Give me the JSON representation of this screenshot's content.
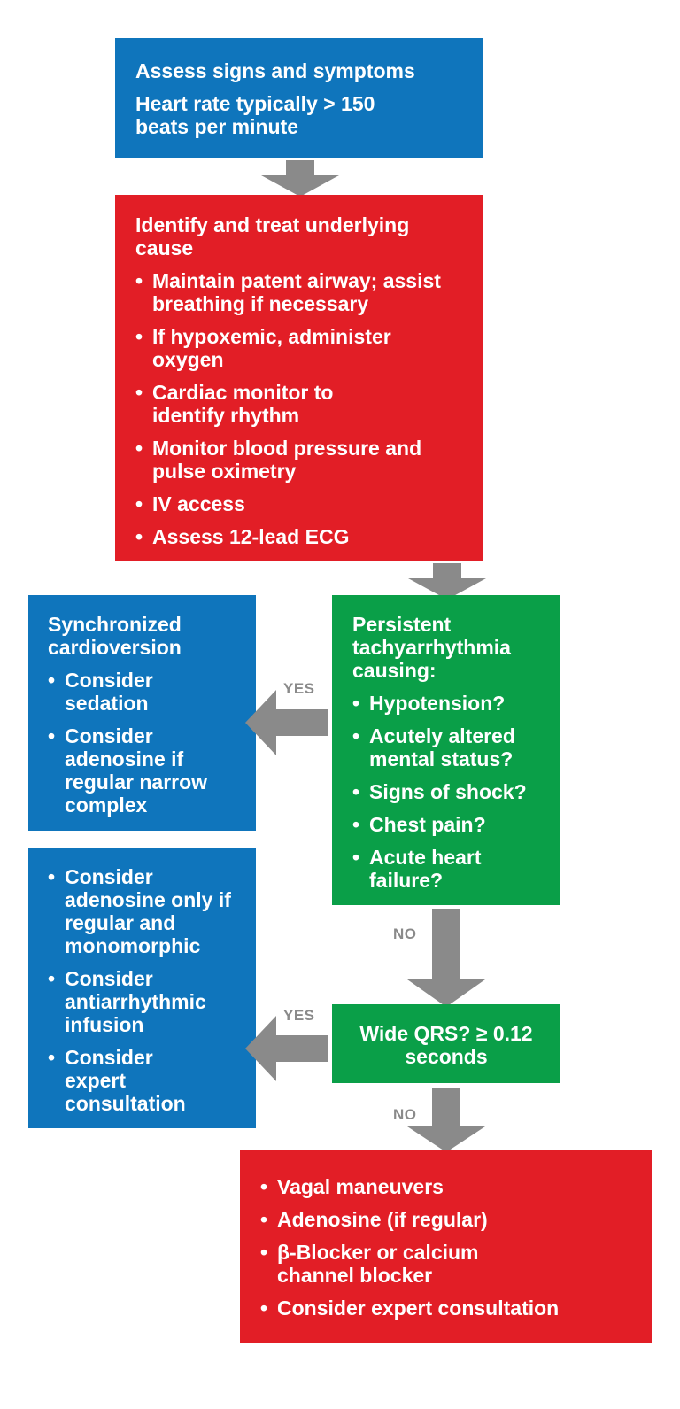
{
  "box_assess": {
    "line1": "Assess signs and symptoms",
    "line2": "Heart rate typically > 150 beats per minute"
  },
  "box_identify": {
    "title": "Identify and treat underlying cause",
    "items": [
      "Maintain patent airway; assist breathing if necessary",
      "If hypoxemic, administer oxygen",
      "Cardiac monitor to identify rhythm",
      "Monitor blood pressure and pulse oximetry",
      "IV access",
      "Assess 12-lead ECG"
    ]
  },
  "box_persistent": {
    "title": "Persistent tachyarrhythmia causing:",
    "items": [
      "Hypotension?",
      "Acutely altered mental status?",
      "Signs of shock?",
      "Chest pain?",
      "Acute heart failure?"
    ]
  },
  "box_cardioversion": {
    "title": "Synchronized cardioversion",
    "items": [
      "Consider sedation",
      "Consider adenosine if regular narrow complex"
    ]
  },
  "box_wide_qrs": {
    "text": "Wide QRS? ≥ 0.12 seconds"
  },
  "box_wide_actions": {
    "items": [
      "Consider adenosine only if regular and monomorphic",
      "Consider antiarrhythmic infusion",
      "Consider expert consultation"
    ]
  },
  "box_narrow_actions": {
    "items": [
      "Vagal maneuvers",
      "Adenosine (if regular)",
      "β-Blocker or calcium channel blocker",
      "Consider expert consultation"
    ]
  },
  "labels": {
    "yes1": "YES",
    "no1": "NO",
    "yes2": "YES",
    "no2": "NO"
  },
  "colors": {
    "blue": "#0f75bc",
    "red": "#e21e26",
    "green": "#0a9f48",
    "arrow_gray": "#8a8a8a"
  }
}
